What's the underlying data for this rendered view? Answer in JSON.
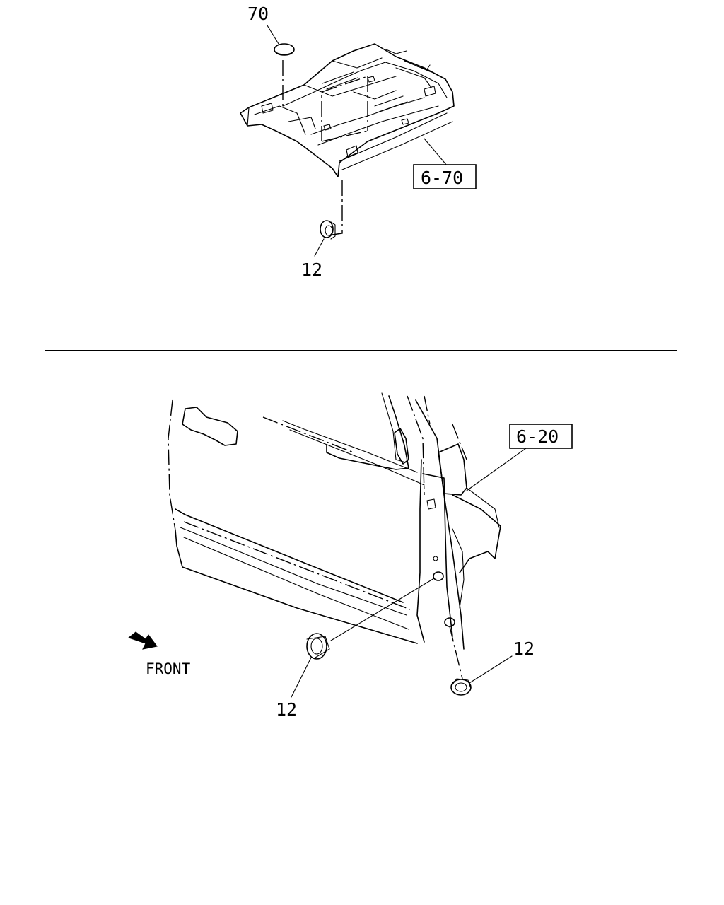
{
  "top_view": {
    "callout_top": "70",
    "callout_bottom": "12",
    "ref_box": "6-70"
  },
  "bottom_view": {
    "ref_box": "6-20",
    "callout_left": "12",
    "callout_right": "12",
    "direction_label": "FRONT",
    "direction_icon": "front-arrow-icon"
  }
}
